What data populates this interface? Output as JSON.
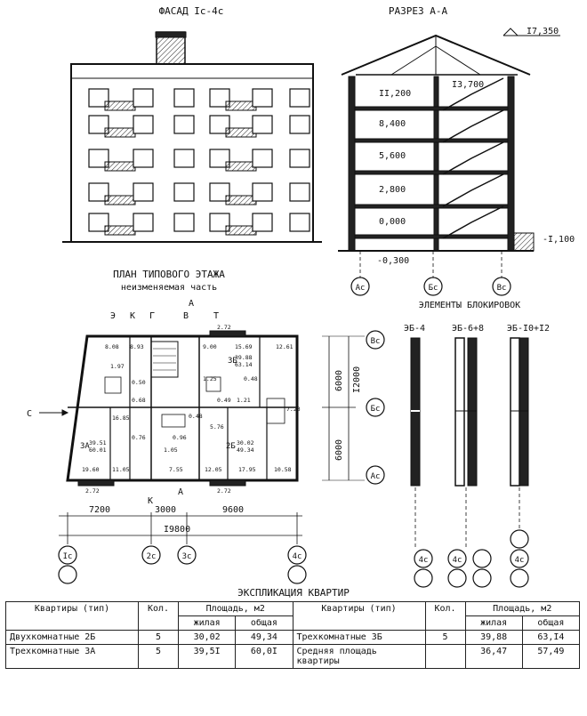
{
  "facade": {
    "title": "ФАСАД Iс-4с"
  },
  "section": {
    "title": "РАЗРЕЗ А-А",
    "elevations": [
      "I7,350",
      "I3,700",
      "II,200",
      "8,400",
      "5,600",
      "2,800",
      "0,000",
      "-I,100",
      "-0,300"
    ],
    "axes": [
      "Ас",
      "Бс",
      "Вс"
    ]
  },
  "plan": {
    "title": "ПЛАН ТИПОВОГО ЭТАЖА",
    "subtitle": "неизменяемая часть",
    "cut_marks": [
      "Э",
      "К",
      "Г",
      "А",
      "В",
      "Т",
      "С",
      "К",
      "А"
    ],
    "room_areas": [
      "8.08",
      "8.93",
      "9.00",
      "15.69",
      "12.61",
      "1.97",
      "0.50",
      "0.68",
      "1.25",
      "0.48",
      "7.23",
      "16.85",
      "0.76",
      "0.48",
      "0.49",
      "1.21",
      "0.96",
      "5.76",
      "1.05",
      "19.60",
      "11.05",
      "7.55",
      "12.05",
      "17.95",
      "10.58"
    ],
    "apartments": [
      {
        "type": "3Б",
        "living": "39.88",
        "total": "63.14"
      },
      {
        "type": "3А",
        "living": "39.51",
        "total": "60.01"
      },
      {
        "type": "2Б",
        "living": "30.02",
        "total": "49.34"
      }
    ],
    "balcony": "2.72",
    "dims_vertical": [
      "6000",
      "6000",
      "I2000"
    ],
    "dims_horizontal": [
      "7200",
      "3000",
      "9600",
      "I9800"
    ],
    "axes_v": [
      "Вс",
      "Бс",
      "Ас"
    ],
    "axes_h": [
      "Iс",
      "2с",
      "3с",
      "4с"
    ]
  },
  "blocks": {
    "title": "ЭЛЕМЕНТЫ БЛОКИРОВОК",
    "items": [
      "ЭБ-4",
      "ЭБ-6+8",
      "ЭБ-I0+I2"
    ],
    "axis": "4с"
  },
  "explication": {
    "title": "ЭКСПЛИКАЦИЯ КВАРТИР",
    "col_apartments": "Квартиры (тип)",
    "col_count": "Кол.",
    "col_area": "Площадь, м2",
    "col_living": "жилая",
    "col_total": "общая",
    "rows_left": [
      {
        "name": "Двухкомнатные 2Б",
        "count": "5",
        "living": "30,02",
        "total": "49,34"
      },
      {
        "name": "Трехкомнатные 3А",
        "count": "5",
        "living": "39,5I",
        "total": "60,0I"
      }
    ],
    "rows_right": [
      {
        "name": "Трехкомнатные 3Б",
        "count": "5",
        "living": "39,88",
        "total": "63,I4"
      },
      {
        "name": "Средняя площадь квартиры",
        "count": "",
        "living": "36,47",
        "total": "57,49"
      }
    ]
  }
}
